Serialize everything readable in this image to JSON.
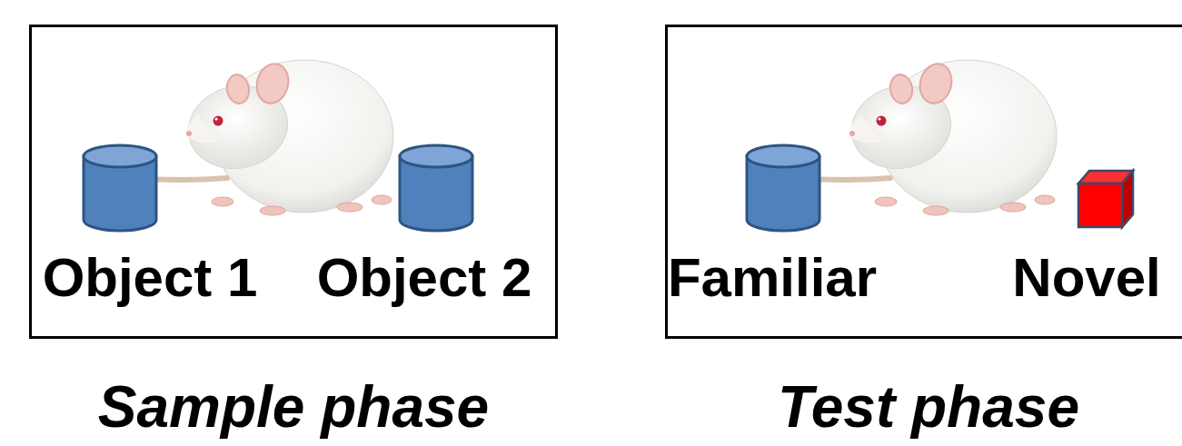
{
  "diagram": {
    "nodes": [
      {
        "text": [
          "Sample phase"
        ]
      },
      {
        "text": [
          "Test phase"
        ]
      }
    ],
    "labels": [
      "Object 1",
      "Object 2",
      "Familiar",
      "Novel"
    ]
  }
}
